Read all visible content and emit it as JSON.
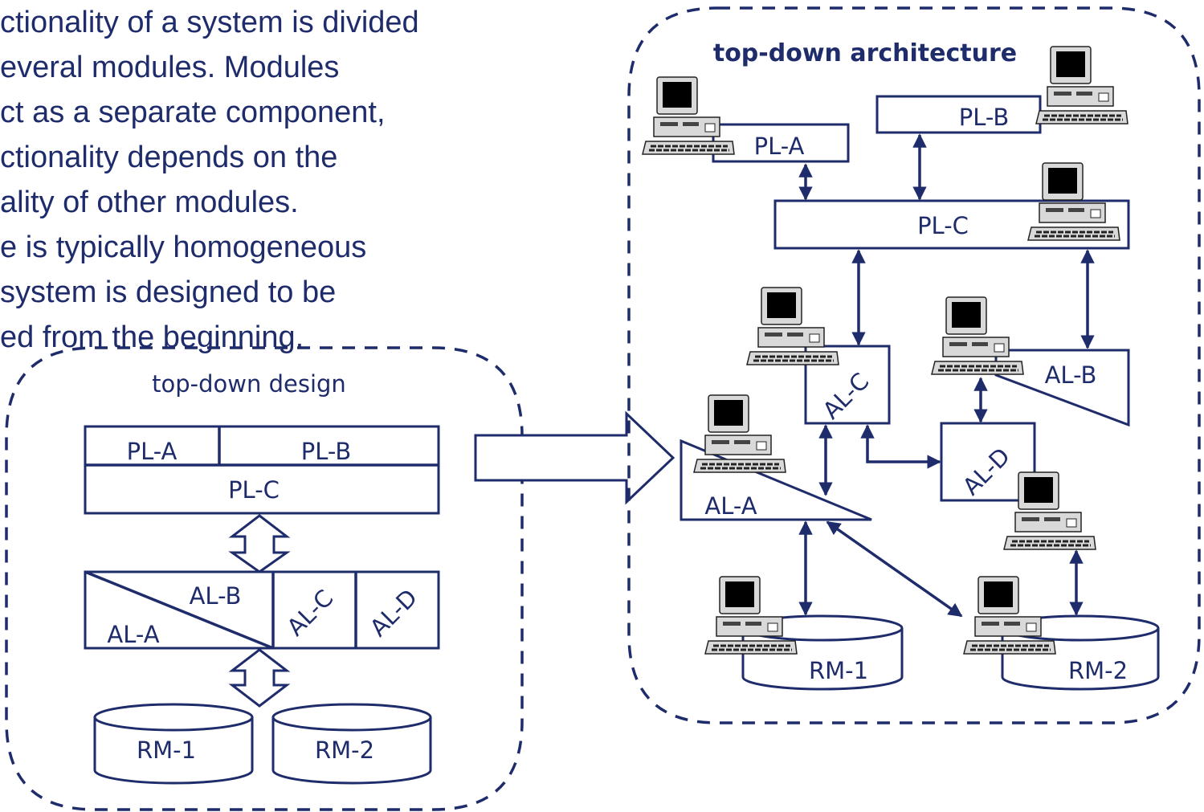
{
  "intro_lines": [
    "ctionality of a system is divided",
    "everal modules. Modules",
    "ct as a separate component,",
    "ctionality depends on the",
    "ality of other modules.",
    "e is typically homogeneous",
    "system is designed to be",
    "ed from the beginning."
  ],
  "design": {
    "title": "top-down design",
    "pl_a": "PL-A",
    "pl_b": "PL-B",
    "pl_c": "PL-C",
    "al_a": "AL-A",
    "al_b": "AL-B",
    "al_c": "AL-C",
    "al_d": "AL-D",
    "rm_1": "RM-1",
    "rm_2": "RM-2"
  },
  "architecture": {
    "title": "top-down architecture",
    "pl_a": "PL-A",
    "pl_b": "PL-B",
    "pl_c": "PL-C",
    "al_a": "AL-A",
    "al_b": "AL-B",
    "al_c": "AL-C",
    "al_d": "AL-D",
    "rm_1": "RM-1",
    "rm_2": "RM-2"
  },
  "colors": {
    "ink": "#1f2c6b",
    "computer_body": "#d9d9d9",
    "screen": "#000000"
  },
  "icons": [
    "computer-icon",
    "database-icon",
    "arrow-right-icon"
  ]
}
